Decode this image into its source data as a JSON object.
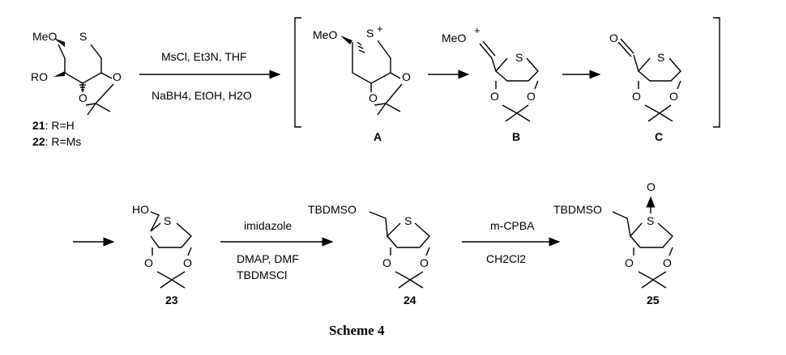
{
  "step1": {
    "reagents_line1": "MsCl, Et3N, THF",
    "reagents_line2": "NaBH4, EtOH, H2O"
  },
  "start": {
    "label21_num": "21",
    "label21_rest": ": R=H",
    "label22_num": "22",
    "label22_rest": ": R=Ms"
  },
  "intermediates": {
    "A": "A",
    "B": "B",
    "C": "C"
  },
  "step2": {
    "line1": "imidazole",
    "line2": "DMAP, DMF",
    "line3": "TBDMSCl"
  },
  "step3": {
    "line1": "m-CPBA",
    "line2": "CH2Cl2"
  },
  "compounds": {
    "c23": "23",
    "c24": "24",
    "c25": "25"
  },
  "atoms": {
    "meo": "MeO",
    "ro": "RO",
    "s": "S",
    "o": "O",
    "ho": "HO",
    "tbdmso": "TBDMSO",
    "plus": "+"
  },
  "caption": "Scheme 4"
}
